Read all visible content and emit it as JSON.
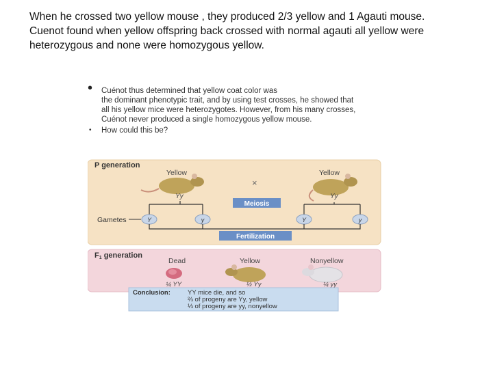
{
  "caption": {
    "lines": [
      "When he crossed two yellow mouse , they produced 2/3 yellow and 1  Agauti mouse.",
      "Cuenot found when yellow offspring back crossed with normal agauti  all yellow were",
      "heterozygous and none were homozygous yellow."
    ]
  },
  "bullets": {
    "first_lines": [
      "Cuénot thus determined that yellow coat color was",
      "the dominant phenotypic trait, and by using test crosses, he showed that",
      "all his yellow mice were heterozygotes. However, from his many crosses,",
      "Cuénot never produced a single homozygous yellow mouse."
    ],
    "second": "How could this be?"
  },
  "figure": {
    "p_generation": {
      "title": "P generation",
      "left_label": "Yellow",
      "left_genotype": "Yy",
      "cross_symbol": "×",
      "right_label": "Yellow",
      "right_genotype": "Yy",
      "meiosis": "Meiosis",
      "gametes_label": "Gametes",
      "gametes": [
        "Y",
        "y",
        "Y",
        "y"
      ],
      "fertilization": "Fertilization"
    },
    "f1_generation": {
      "title_prefix": "F",
      "title_sub": "1",
      "title_suffix": " generation",
      "classes": [
        {
          "label": "Dead",
          "ratio": "¼ YY"
        },
        {
          "label": "Yellow",
          "ratio": "½ Yy"
        },
        {
          "label": "Nonyellow",
          "ratio": "¼ yy"
        }
      ]
    },
    "conclusion": {
      "label": "Conclusion:",
      "lines": [
        "YY mice die, and so",
        "⅔ of progeny are Yy, yellow",
        "⅓ of progeny are yy, nonyellow"
      ]
    },
    "colors": {
      "p_panel": "#f6e2c4",
      "f1_panel": "#f3d6dc",
      "label_box": "#6a8fc6",
      "conclusion_box": "#c9dcef",
      "yellow_mouse": "#bfa35a",
      "white_mouse": "#e4e2e6",
      "dead_embryo": "#d46b7f"
    }
  }
}
